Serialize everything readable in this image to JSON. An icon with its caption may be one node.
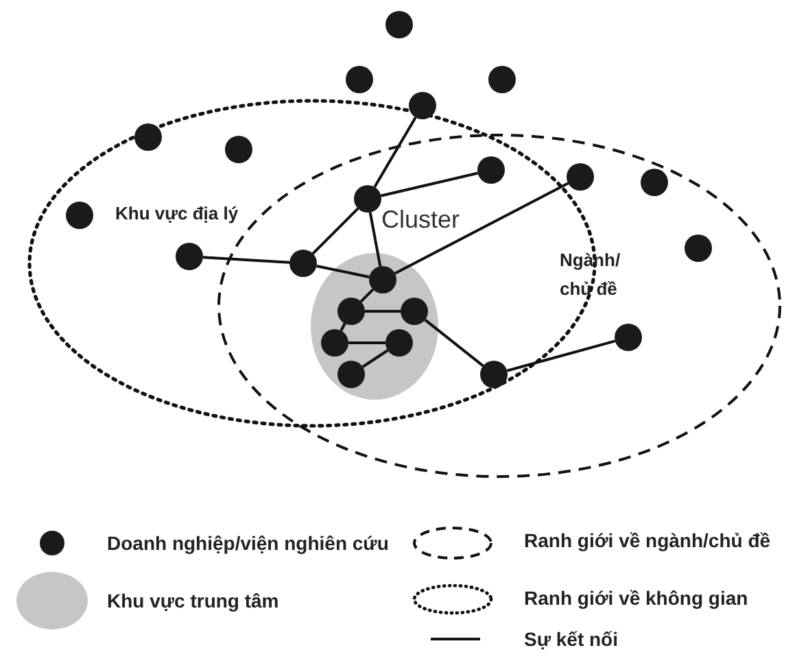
{
  "diagram": {
    "nodes": [
      {
        "text": [
          "Khu vực địa lý"
        ]
      },
      {
        "text": [
          "Ngành/ chủ đề"
        ]
      },
      {
        "text": [],
        "shape": "ellipse"
      },
      {
        "text": [],
        "shape": "circle"
      },
      {
        "text": [],
        "shape": "circle"
      },
      {
        "text": [],
        "shape": "circle"
      },
      {
        "text": [],
        "shape": "circle"
      },
      {
        "text": [],
        "shape": "circle"
      },
      {
        "text": [],
        "shape": "circle"
      },
      {
        "text": [],
        "shape": "circle"
      },
      {
        "text": [],
        "shape": "circle"
      },
      {
        "text": [],
        "shape": "circle"
      },
      {
        "text": [],
        "shape": "circle"
      },
      {
        "text": [],
        "shape": "circle"
      },
      {
        "text": [],
        "shape": "circle"
      },
      {
        "text": [],
        "shape": "circle"
      },
      {
        "text": [],
        "shape": "circle"
      },
      {
        "text": [],
        "shape": "circle",
        "in": 2
      },
      {
        "text": [],
        "shape": "circle",
        "in": 2
      },
      {
        "text": [],
        "shape": "circle",
        "in": 2
      },
      {
        "text": [],
        "shape": "circle"
      },
      {
        "text": [],
        "shape": "circle",
        "in": 2
      },
      {
        "text": [],
        "shape": "circle",
        "in": 2
      },
      {
        "text": [],
        "shape": "circle",
        "in": 2
      },
      {
        "text": [],
        "shape": "circle"
      }
    ],
    "edges": [
      {
        "from": 12,
        "to": 6,
        "arrow": "none"
      },
      {
        "from": 12,
        "to": 9,
        "arrow": "none"
      },
      {
        "from": 12,
        "to": 16,
        "arrow": "none"
      },
      {
        "from": 12,
        "to": 17,
        "arrow": "none"
      },
      {
        "from": 15,
        "to": 16,
        "arrow": "none"
      },
      {
        "from": 16,
        "to": 17,
        "arrow": "none"
      },
      {
        "from": 17,
        "to": 10,
        "arrow": "none"
      },
      {
        "from": 17,
        "to": 18,
        "arrow": "none"
      },
      {
        "from": 18,
        "to": 19,
        "arrow": "none"
      },
      {
        "from": 18,
        "to": 21,
        "arrow": "none"
      },
      {
        "from": 21,
        "to": 22,
        "arrow": "none"
      },
      {
        "from": 22,
        "to": 23,
        "arrow": "none"
      },
      {
        "from": 19,
        "to": 24,
        "arrow": "none"
      },
      {
        "from": 24,
        "to": 20,
        "arrow": "none"
      }
    ],
    "labels": [
      "Cluster"
    ],
    "legend": [
      {
        "text": "Doanh nghiệp/viện nghiên cứu"
      },
      {
        "text": "Ranh giới về ngành/chủ đề"
      },
      {
        "text": "Khu vực trung tâm",
        "color": "#c6c6c6"
      },
      {
        "text": "Ranh giới về không gian"
      },
      {
        "text": "Sự kết nối"
      }
    ]
  }
}
